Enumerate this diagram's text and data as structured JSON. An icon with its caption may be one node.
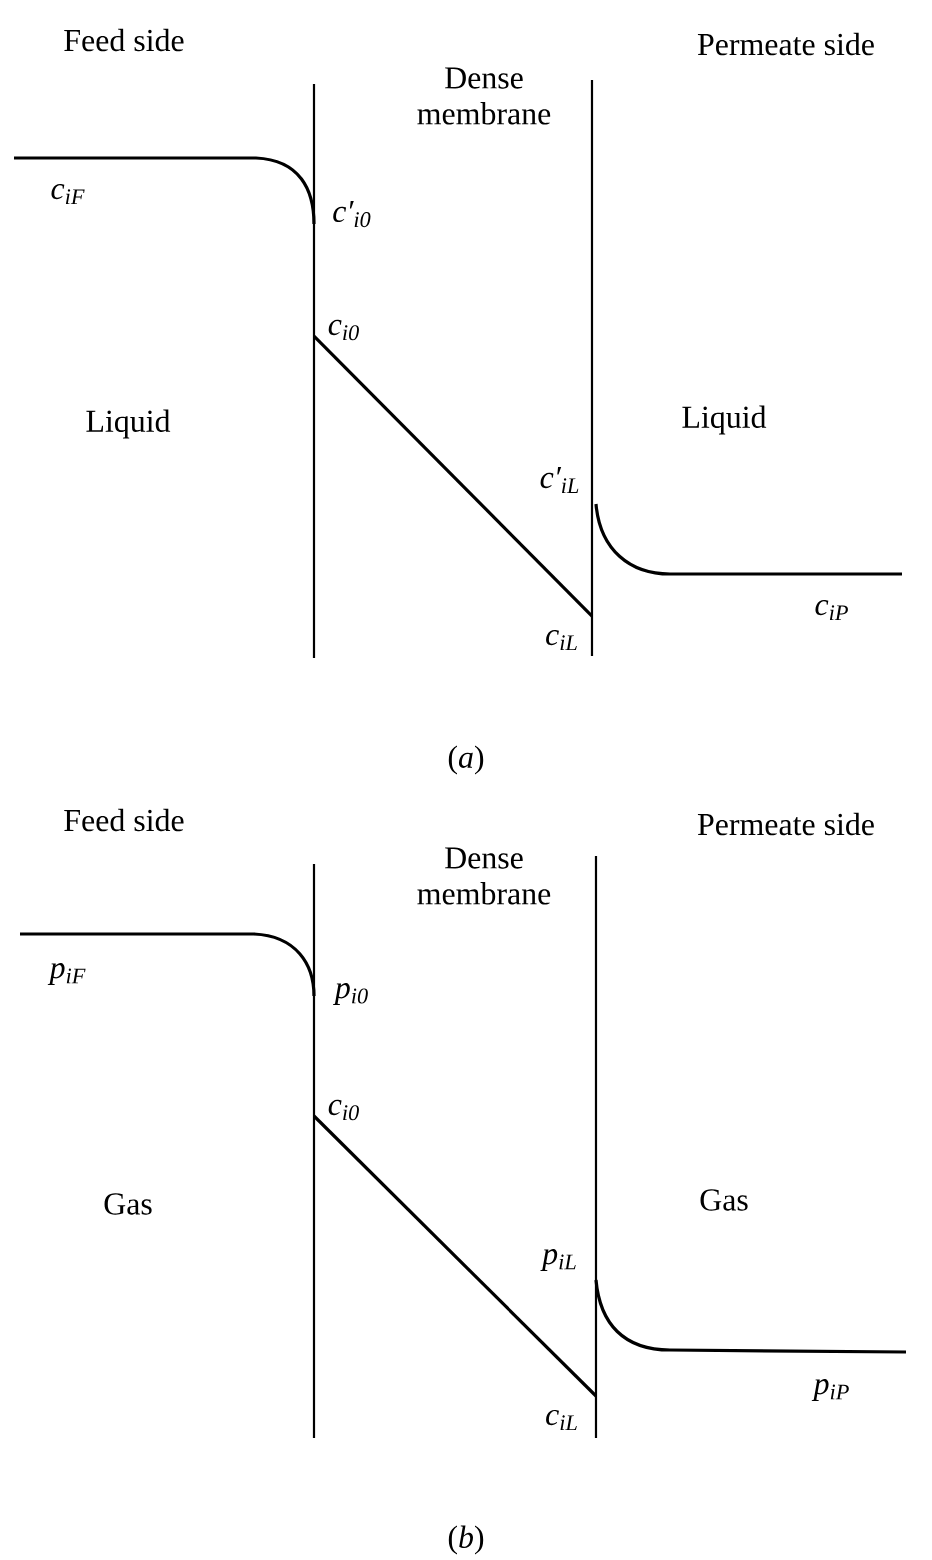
{
  "diagram": {
    "labels": [
      "Feed side",
      "Dense membrane",
      "Permeate side",
      "c$_{iF}$",
      "c′$_{i0}$",
      "c$_{i0}$",
      "Liquid",
      "Liquid",
      "c′$_{iL}$",
      "c$_{iL}$",
      "c$_{iP}$",
      "(*a*)",
      "Feed side",
      "Dense membrane",
      "Permeate side",
      "p$_{iF}$",
      "p$_{i0}$",
      "c$_{i0}$",
      "Gas",
      "Gas",
      "p$_{iL}$",
      "c$_{iL}$",
      "p$_{iP}$",
      "(*b*)"
    ]
  }
}
